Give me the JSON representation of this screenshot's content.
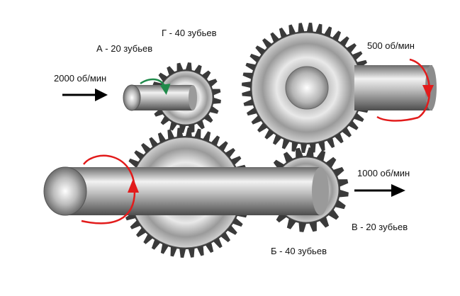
{
  "labels": {
    "gear_g": "Г - 40 зубьев",
    "gear_a": "А - 20 зубьев",
    "input_speed": "2000 об/мин",
    "top_right_speed": "500 об/мин",
    "output_speed": "1000 об/мин",
    "gear_v": "В - 20 зубьев",
    "gear_b": "Б - 40 зубьев"
  },
  "gears": {
    "a": {
      "teeth": 20
    },
    "b": {
      "teeth": 40
    },
    "v": {
      "teeth": 20
    },
    "g": {
      "teeth": 40
    }
  },
  "colors": {
    "arrow_red": "#e21b1b",
    "arrow_green": "#1f8a4a",
    "arrow_black": "#000000",
    "gear_dark": "#3a3a3a",
    "gear_light": "#e6e6e6"
  }
}
